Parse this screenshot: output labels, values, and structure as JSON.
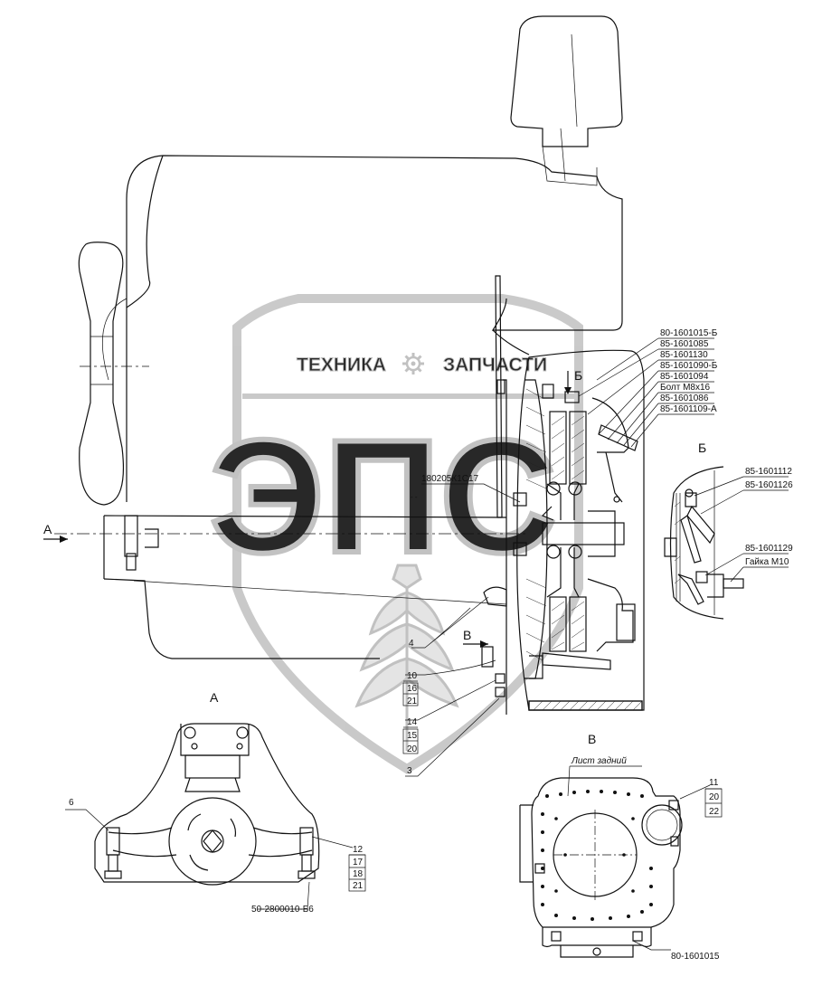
{
  "watermark": {
    "left_word": "ТЕХНИКА",
    "right_word": "ЗАПЧАСТИ",
    "logo": "ЭПС",
    "colors": {
      "stroke": "#bdbdbd",
      "fill": "#e6e6e6"
    }
  },
  "views": {
    "main": {
      "view_a_arrow": "А",
      "view_b_marker": "Б",
      "view_v_arrow": "В"
    },
    "detail_b": {
      "title": "Б"
    },
    "detail_a": {
      "title": "А"
    },
    "detail_v": {
      "title": "В"
    }
  },
  "callouts_main": {
    "c1": "80-1601015-Б",
    "c2": "85-1601085",
    "c3": "85-1601130",
    "c4": "85-1601090-Б",
    "c5": "85-1601094",
    "c6": "Болт М8х16",
    "c7": "85-1601086",
    "c8": "85-1601109-А",
    "bearing": "180205К1С17",
    "n4": "4",
    "stack1": [
      "10",
      "16",
      "21"
    ],
    "stack2": [
      "14",
      "15",
      "20"
    ],
    "n3": "3"
  },
  "callouts_b": {
    "c1": "85-1601112",
    "c2": "85-1601126",
    "c3": "85-1601129",
    "c4": "Гайка М10"
  },
  "callouts_a": {
    "n6": "6",
    "stack": [
      "12",
      "17",
      "18",
      "21"
    ],
    "part": "50-2800010-Б6"
  },
  "callouts_v": {
    "sheet": "Лист задний",
    "stack": [
      "11",
      "20",
      "22"
    ],
    "part": "80-1601015"
  }
}
